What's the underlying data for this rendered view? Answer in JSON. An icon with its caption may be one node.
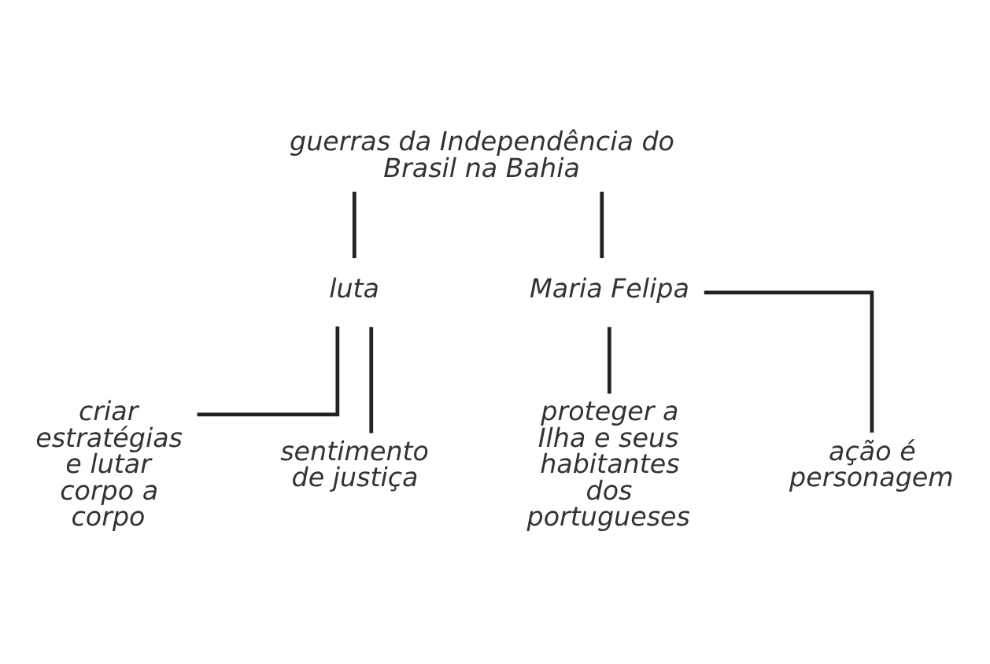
{
  "diagram": {
    "nodes": [
      {
        "text": [
          "guerras da Independência do Brasil na Bahia"
        ]
      },
      {
        "text": [
          "luta"
        ]
      },
      {
        "text": [
          "Maria Felipa"
        ]
      },
      {
        "text": [
          "criar estratégias e lutar corpo a corpo"
        ]
      },
      {
        "text": [
          "sentimento de justiça"
        ]
      },
      {
        "text": [
          "proteger a Ilha e seus habitantes dos portugueses"
        ]
      },
      {
        "text": [
          "ação é personagem"
        ]
      }
    ],
    "edges": [
      {
        "from": 0,
        "to": 1,
        "arrow": "none"
      },
      {
        "from": 0,
        "to": 2,
        "arrow": "none"
      },
      {
        "from": 1,
        "to": 3,
        "arrow": "none"
      },
      {
        "from": 1,
        "to": 4,
        "arrow": "none"
      },
      {
        "from": 2,
        "to": 5,
        "arrow": "none"
      },
      {
        "from": 2,
        "to": 6,
        "arrow": "none"
      }
    ]
  }
}
